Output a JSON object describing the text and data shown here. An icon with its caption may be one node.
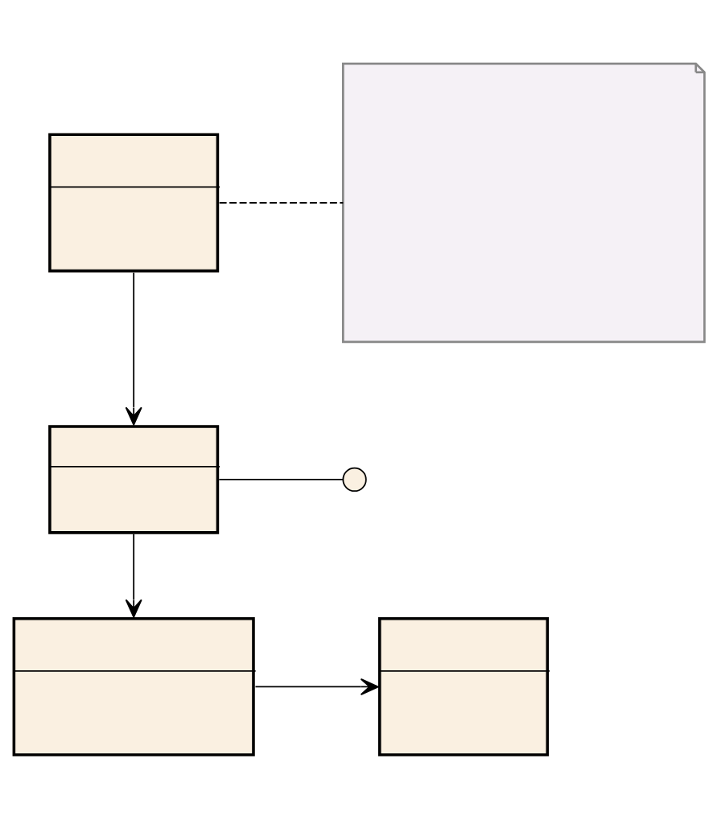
{
  "diagram": {
    "nodes": [
      {
        "text": [],
        "shape": "box"
      },
      {
        "text": [],
        "shape": "note"
      },
      {
        "text": [],
        "shape": "box"
      },
      {
        "text": [],
        "shape": "circle"
      },
      {
        "text": [],
        "shape": "box"
      },
      {
        "text": [],
        "shape": "box"
      }
    ],
    "edges": [
      {
        "from": 0,
        "to": 1,
        "arrow": "none",
        "style": "dashed"
      },
      {
        "from": 0,
        "to": 2,
        "arrow": "to"
      },
      {
        "from": 2,
        "to": 3,
        "arrow": "none"
      },
      {
        "from": 2,
        "to": 4,
        "arrow": "to"
      },
      {
        "from": 4,
        "to": 5,
        "arrow": "to"
      }
    ]
  }
}
